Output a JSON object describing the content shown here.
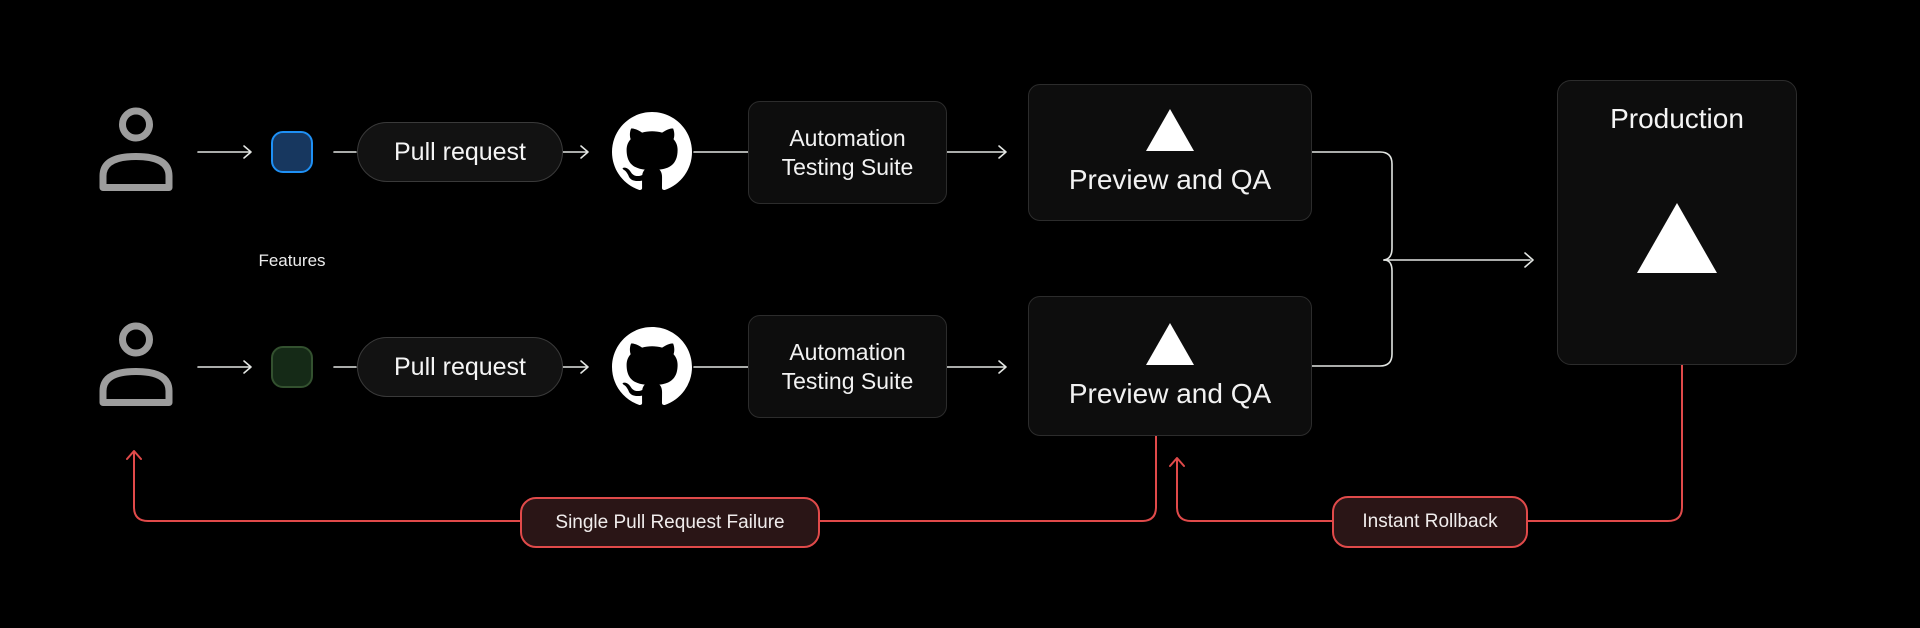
{
  "diagram": {
    "background": "#000000",
    "features_label": "Features",
    "production": {
      "label": "Production",
      "icon": "vercel-triangle-icon"
    },
    "rows": [
      {
        "actor_icon": "person-icon",
        "branch": {
          "name": "feature-branch-blue",
          "fill": "#17375f",
          "border": "#1e90f5"
        },
        "pull_request_label": "Pull request",
        "repo_icon": "github-icon",
        "automation_line1": "Automation",
        "automation_line2": "Testing Suite",
        "preview_icon": "vercel-triangle-icon",
        "preview_label": "Preview and QA"
      },
      {
        "actor_icon": "person-icon",
        "branch": {
          "name": "feature-branch-green",
          "fill": "#152a17",
          "border": "#33512f"
        },
        "pull_request_label": "Pull request",
        "repo_icon": "github-icon",
        "automation_line1": "Automation",
        "automation_line2": "Testing Suite",
        "preview_icon": "vercel-triangle-icon",
        "preview_label": "Preview and QA"
      }
    ],
    "annotations": {
      "failure": {
        "label": "Single Pull Request Failure",
        "color": "#e04a4a"
      },
      "rollback": {
        "label": "Instant Rollback",
        "color": "#e04a4a"
      }
    },
    "colors": {
      "node_background": "#0d0d0d",
      "node_border": "#2c2c2c",
      "connector": "#e2e5e2",
      "accent_red": "#e04a4a",
      "person": "#9d9d9d",
      "text": "#f2f2f2"
    }
  }
}
